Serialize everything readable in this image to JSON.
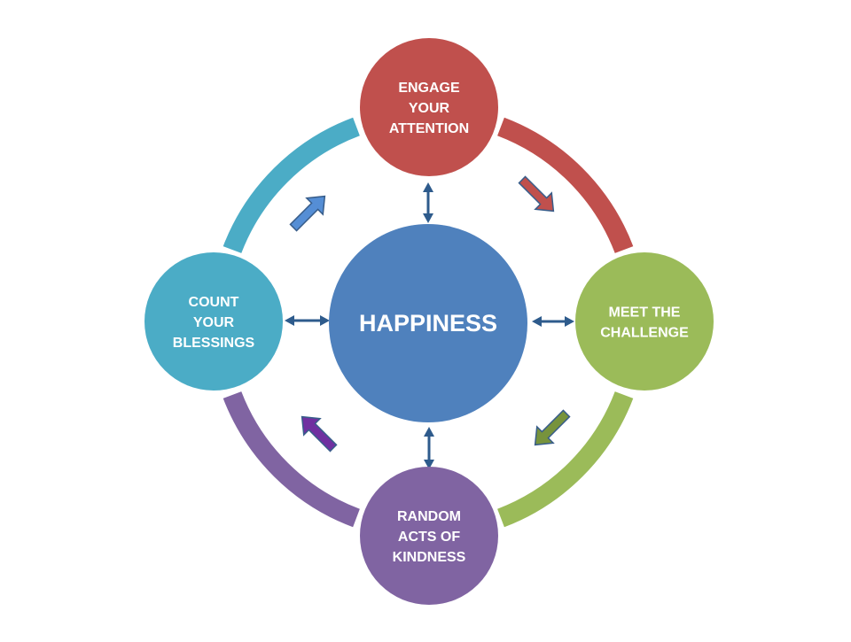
{
  "center": {
    "label": "HAPPINESS",
    "color": "#4F81BD"
  },
  "nodes": [
    {
      "id": "engage",
      "lines": [
        "ENGAGE",
        "YOUR",
        "ATTENTION"
      ],
      "color": "#C0504D"
    },
    {
      "id": "meet",
      "lines": [
        "MEET THE",
        "CHALLENGE"
      ],
      "color": "#9BBB59"
    },
    {
      "id": "random",
      "lines": [
        "RANDOM",
        "ACTS OF",
        "KINDNESS"
      ],
      "color": "#8064A2"
    },
    {
      "id": "count",
      "lines": [
        "COUNT",
        "YOUR",
        "BLESSINGS"
      ],
      "color": "#4BACC6"
    }
  ],
  "cycle_arrow_colors": {
    "engage_to_meet": "#C0504D",
    "meet_to_random": "#77933C",
    "random_to_count": "#7030A0",
    "count_to_engage": "#558ED5"
  },
  "connector_color": "#2E5B8C"
}
